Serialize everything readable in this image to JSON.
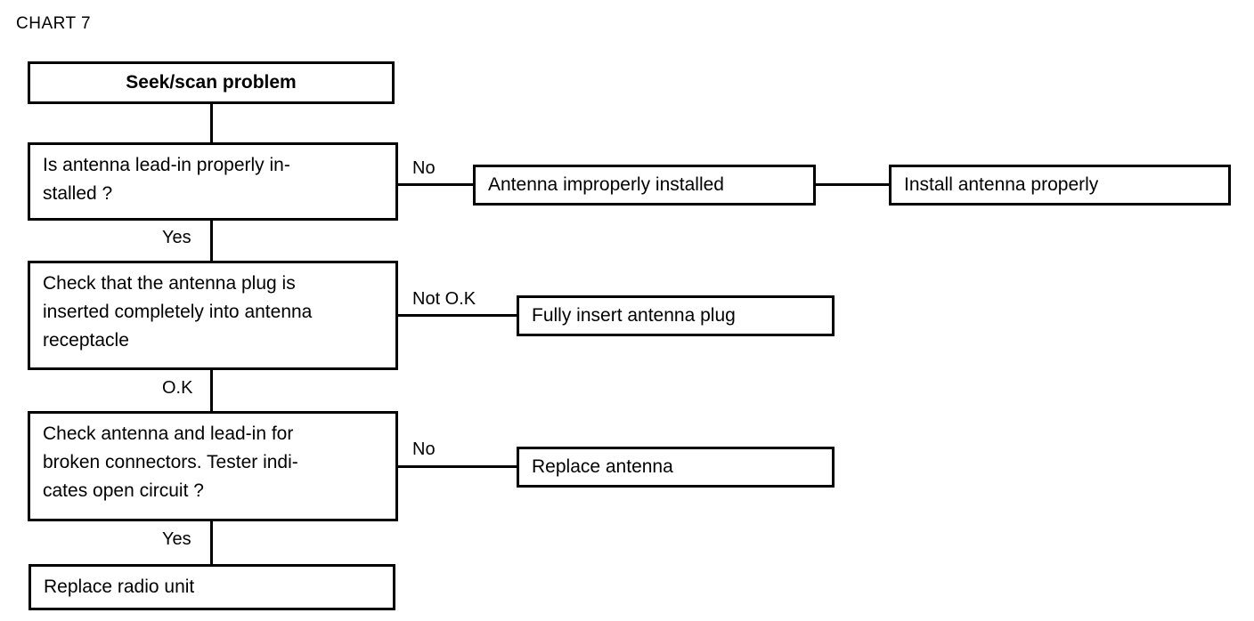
{
  "title": "CHART 7",
  "diagram": {
    "type": "flowchart",
    "orientation": "top-to-bottom with right branches",
    "nodes": [
      {
        "id": "start",
        "label": "Seek/scan problem",
        "style": "bold-centered"
      },
      {
        "id": "q1",
        "label": "Is antenna lead-in properly in-\nstalled ?",
        "style": "question"
      },
      {
        "id": "q1-no-cause",
        "label": "Antenna improperly installed",
        "style": "action"
      },
      {
        "id": "q1-no-fix",
        "label": "Install antenna properly",
        "style": "action"
      },
      {
        "id": "q2",
        "label": "Check that the antenna plug is\ninserted completely into antenna\nreceptacle",
        "style": "question"
      },
      {
        "id": "q2-notok-fix",
        "label": "Fully insert antenna plug",
        "style": "action"
      },
      {
        "id": "q3",
        "label": "Check antenna and lead-in for\nbroken connectors. Tester indi-\ncates open circuit ?",
        "style": "question"
      },
      {
        "id": "q3-no-fix",
        "label": "Replace antenna",
        "style": "action"
      },
      {
        "id": "end",
        "label": "Replace radio unit",
        "style": "action"
      }
    ],
    "edges": [
      {
        "from": "start",
        "to": "q1",
        "label": ""
      },
      {
        "from": "q1",
        "to": "q1-no-cause",
        "label": "No"
      },
      {
        "from": "q1-no-cause",
        "to": "q1-no-fix",
        "label": ""
      },
      {
        "from": "q1",
        "to": "q2",
        "label": "Yes"
      },
      {
        "from": "q2",
        "to": "q2-notok-fix",
        "label": "Not O.K"
      },
      {
        "from": "q2",
        "to": "q3",
        "label": "O.K"
      },
      {
        "from": "q3",
        "to": "q3-no-fix",
        "label": "No"
      },
      {
        "from": "q3",
        "to": "end",
        "label": "Yes"
      }
    ],
    "labels": {
      "no_1": "No",
      "yes_1": "Yes",
      "not_ok": "Not O.K",
      "ok": "O.K",
      "no_2": "No",
      "yes_2": "Yes"
    },
    "colors": {
      "stroke": "#000000",
      "fill": "#ffffff",
      "text": "#000000"
    }
  }
}
